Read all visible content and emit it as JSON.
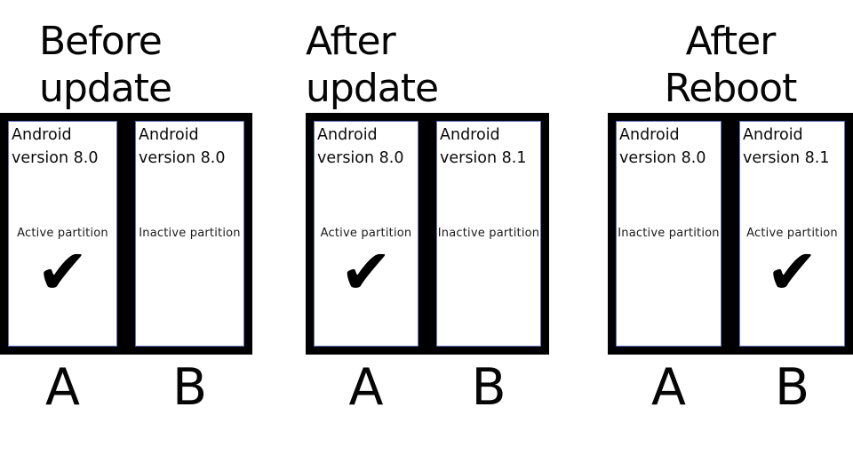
{
  "diagram": {
    "background_color": "#ffffff",
    "frame_color": "#000000",
    "partition_border_color": "#6272c2",
    "text_color": "#000000"
  },
  "groups": [
    {
      "title": "Before\nupdate",
      "partitions": [
        {
          "label": "A",
          "os": "Android\nversion 8.0",
          "status": "Active partition",
          "check": "✔"
        },
        {
          "label": "B",
          "os": "Android\nversion 8.0",
          "status": "Inactive partition",
          "check": ""
        }
      ]
    },
    {
      "title": "After\nupdate",
      "partitions": [
        {
          "label": "A",
          "os": "Android\nversion 8.0",
          "status": "Active partition",
          "check": "✔"
        },
        {
          "label": "B",
          "os": "Android\nversion 8.1",
          "status": "Inactive partition",
          "check": ""
        }
      ]
    },
    {
      "title": "After\nReboot",
      "partitions": [
        {
          "label": "A",
          "os": "Android\nversion 8.0",
          "status": "Inactive partition",
          "check": ""
        },
        {
          "label": "B",
          "os": "Android\nversion 8.1",
          "status": "Active partition",
          "check": "✔"
        }
      ]
    }
  ]
}
